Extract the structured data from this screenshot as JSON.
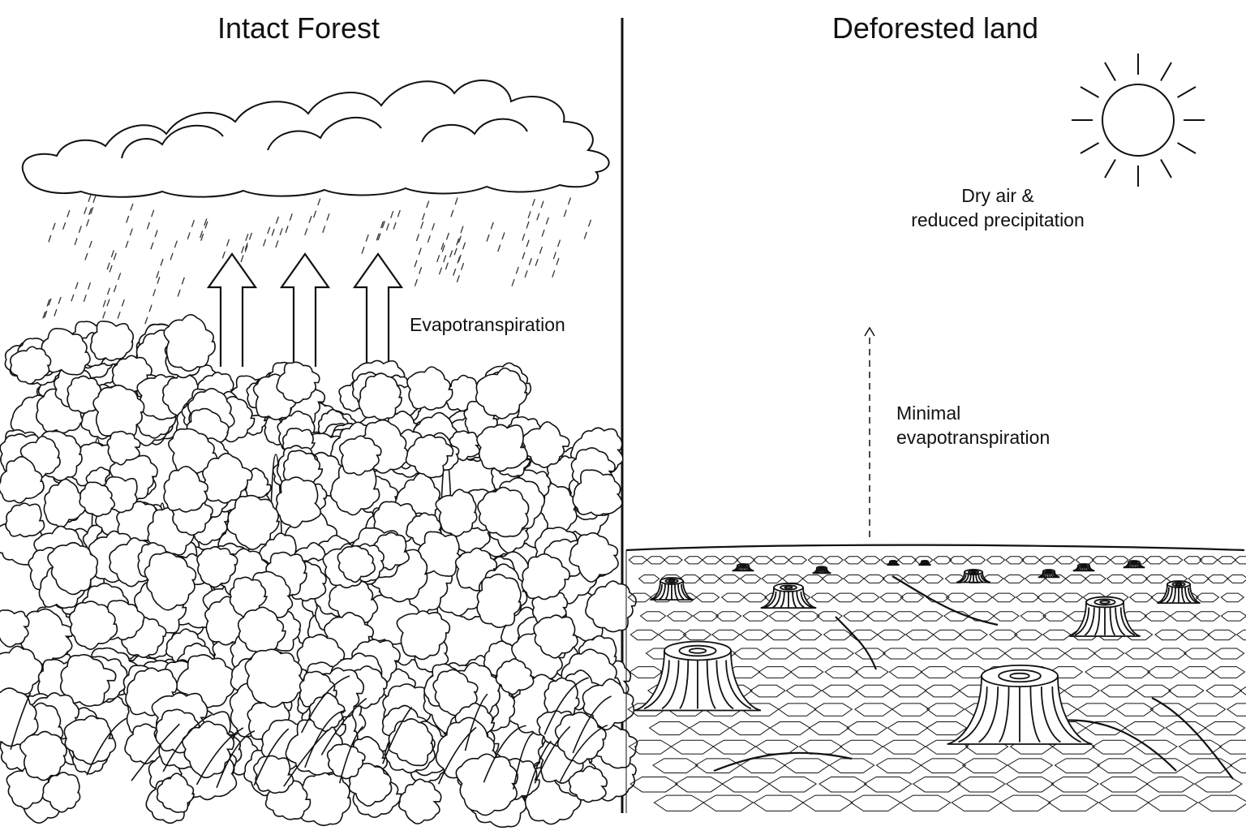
{
  "panels": {
    "left": {
      "title": "Intact Forest",
      "evapotranspiration_label": "Evapotranspiration"
    },
    "right": {
      "title": "Deforested land",
      "dry_air_line1": "Dry air &",
      "dry_air_line2": "reduced precipitation",
      "minimal_line1": "Minimal",
      "minimal_line2": "evapotranspiration"
    }
  },
  "colors": {
    "ink": "#111111",
    "background": "#ffffff"
  },
  "icons": [
    "cloud-icon",
    "rain-icon",
    "sun-icon",
    "arrow-up-icon",
    "tree-icon",
    "stump-icon"
  ]
}
